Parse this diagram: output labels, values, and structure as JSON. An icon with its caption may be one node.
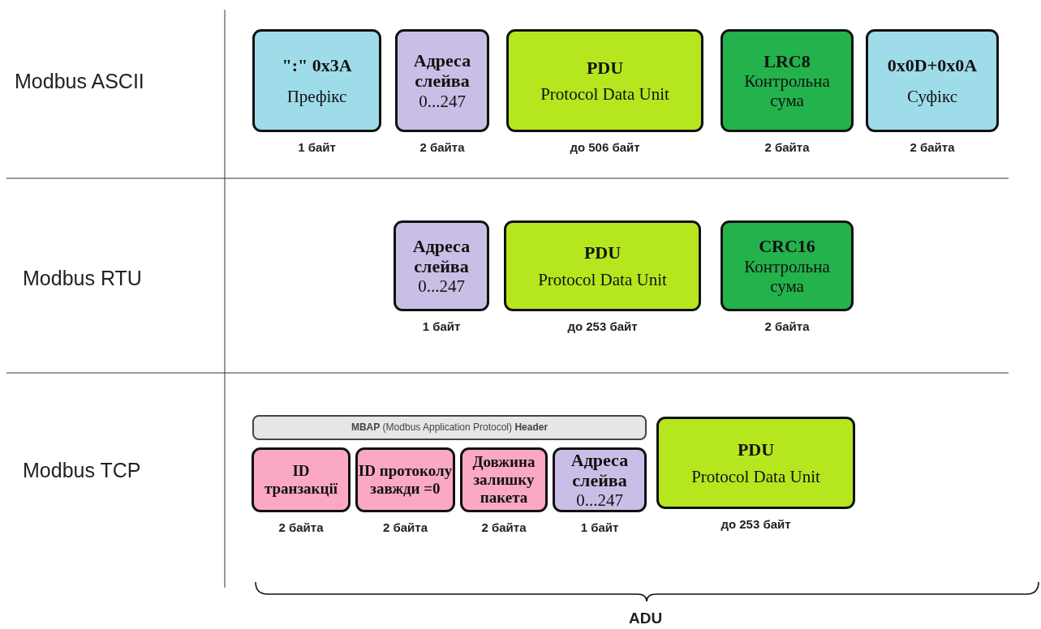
{
  "diagram": {
    "nodes": [
      {
        "text": [
          "\":\" 0x3A",
          "Префікс"
        ],
        "beside": [
          "1 байт"
        ]
      },
      {
        "text": [
          "Адреса слейва",
          "0...247"
        ],
        "beside": [
          "2 байта"
        ]
      },
      {
        "text": [
          "PDU",
          "Protocol Data Unit"
        ],
        "beside": [
          "до 506 байт"
        ]
      },
      {
        "text": [
          "LRC8",
          "Контрольна сума"
        ],
        "beside": [
          "2 байта"
        ]
      },
      {
        "text": [
          "0x0D+0x0A",
          "Суфікс"
        ],
        "beside": [
          "2 байта"
        ]
      },
      {
        "text": [
          "Адреса слейва",
          "0...247"
        ],
        "beside": [
          "1 байт"
        ]
      },
      {
        "text": [
          "PDU",
          "Protocol Data Unit"
        ],
        "beside": [
          "до 253 байт"
        ]
      },
      {
        "text": [
          "CRC16",
          "Контрольна сума"
        ],
        "beside": [
          "2 байта"
        ]
      },
      {
        "text": [
          "**MBAP** (Modbus Application Protocol) **Header**"
        ]
      },
      {
        "text": [
          "ID транзакції"
        ],
        "beside": [
          "2 байта"
        ]
      },
      {
        "text": [
          "ID протоколу завжди =0"
        ],
        "beside": [
          "2 байта"
        ]
      },
      {
        "text": [
          "Довжина залишку пакета"
        ],
        "beside": [
          "2 байта"
        ]
      },
      {
        "text": [
          "Адреса слейва",
          "0...247"
        ],
        "beside": [
          "1 байт"
        ]
      },
      {
        "text": [
          "PDU",
          "Protocol Data Unit"
        ],
        "beside": [
          "до 253 байт"
        ]
      }
    ],
    "edges": [],
    "labels": [
      "Modbus ASCII",
      "Modbus RTU",
      "Modbus TCP",
      "ADU"
    ]
  }
}
